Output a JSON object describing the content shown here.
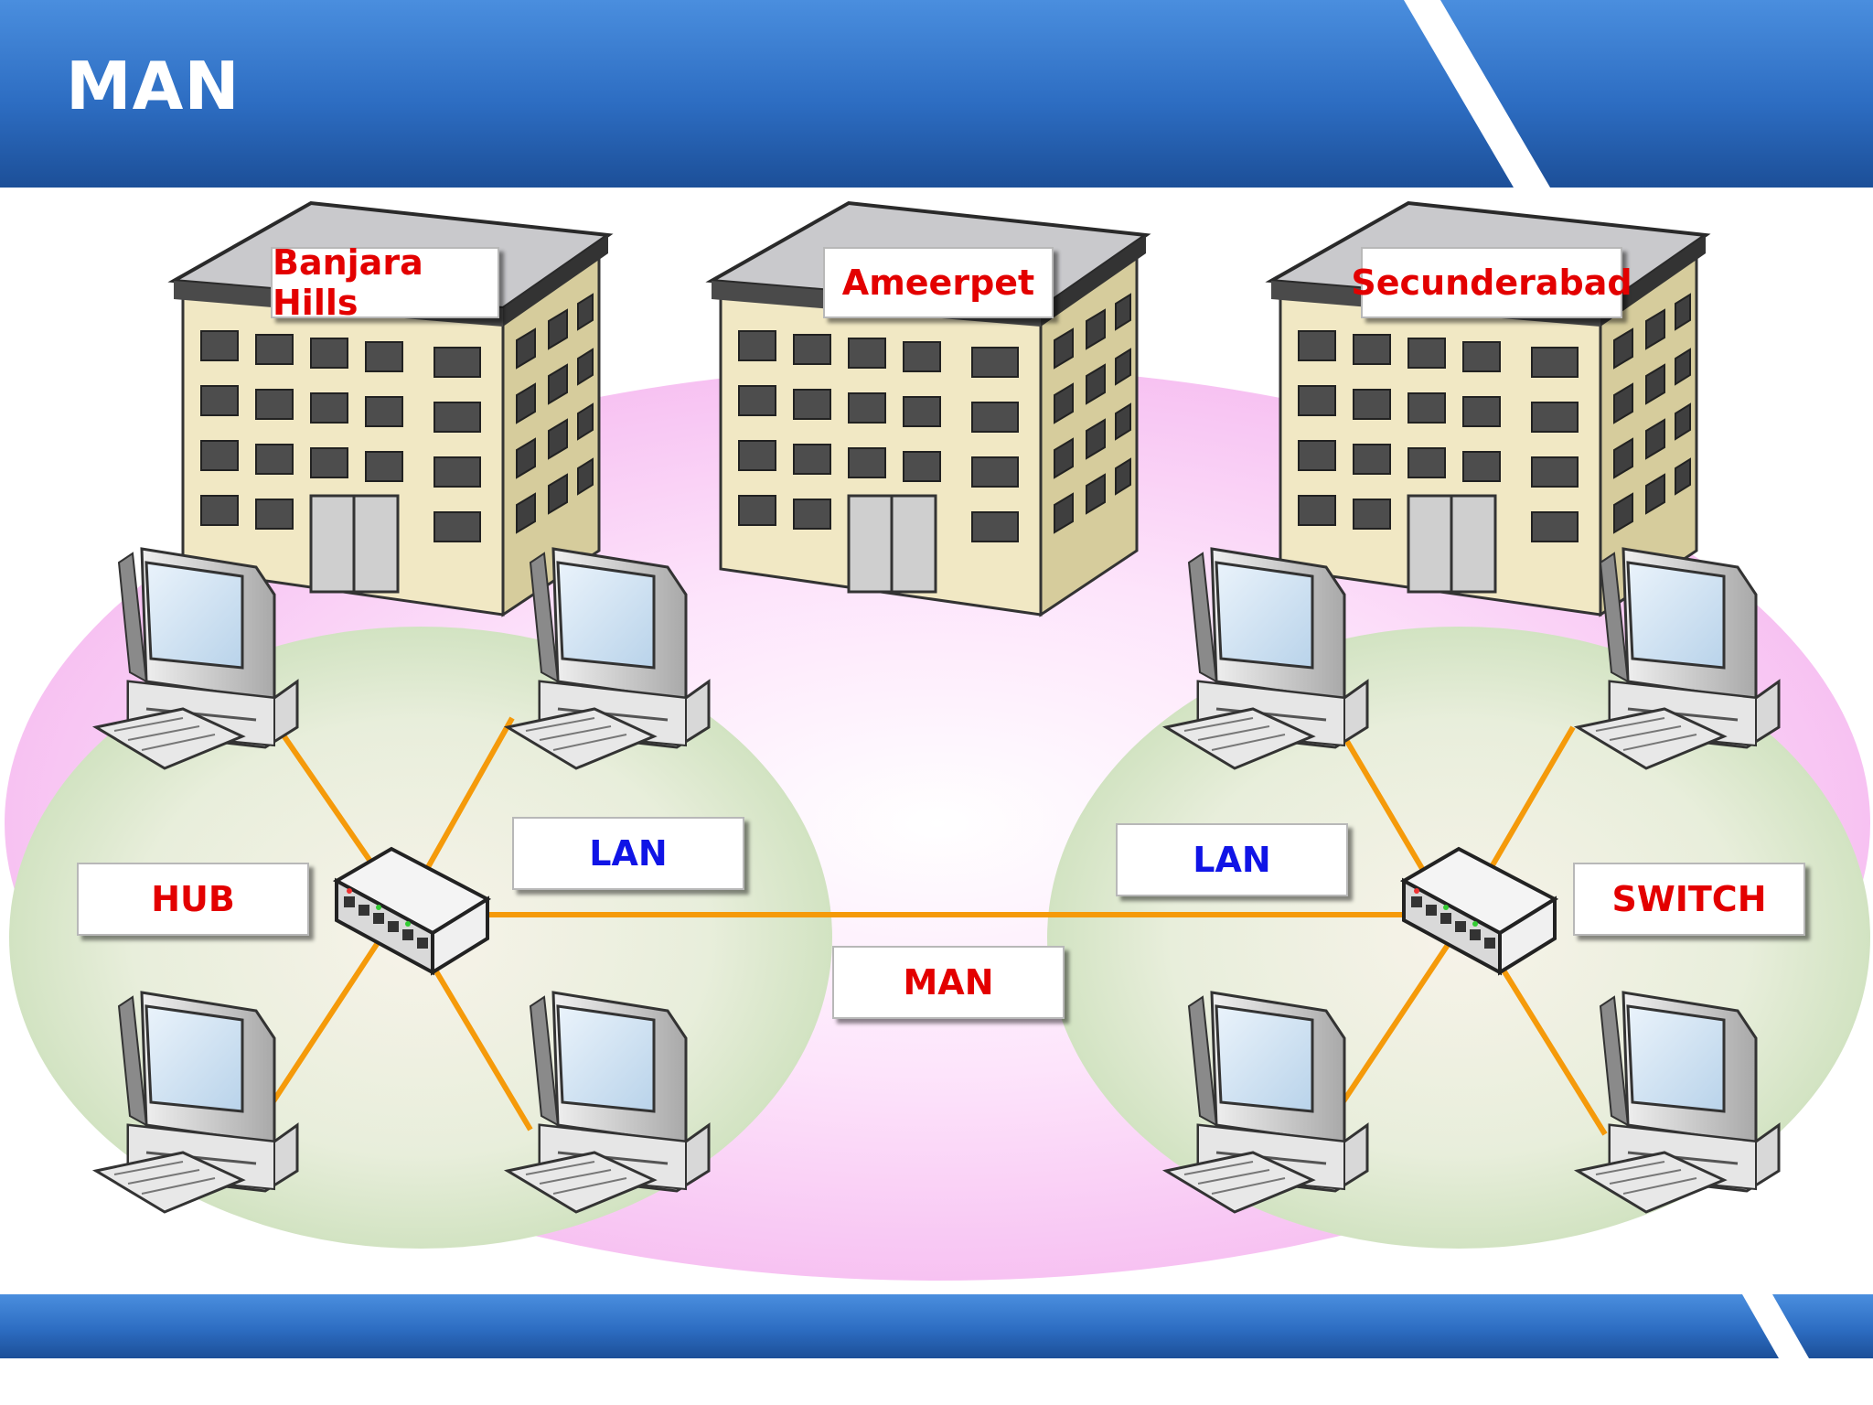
{
  "slide": {
    "title": "MAN"
  },
  "buildings": [
    {
      "label": "Banjara Hills"
    },
    {
      "label": "Ameerpet"
    },
    {
      "label": "Secunderabad"
    }
  ],
  "labels": {
    "hub": "HUB",
    "lan_left": "LAN",
    "lan_right": "LAN",
    "man": "MAN",
    "switch": "SWITCH"
  },
  "colors": {
    "banner": "#2f6fc4",
    "man_area": "#f9c8f4",
    "lan_area": "#d6e6c6",
    "cable": "#f59a0a",
    "label_red": "#e30000",
    "label_blue": "#1014e6"
  },
  "icons": [
    "building-icon",
    "desktop-computer-icon",
    "network-hub-icon",
    "network-switch-icon"
  ]
}
